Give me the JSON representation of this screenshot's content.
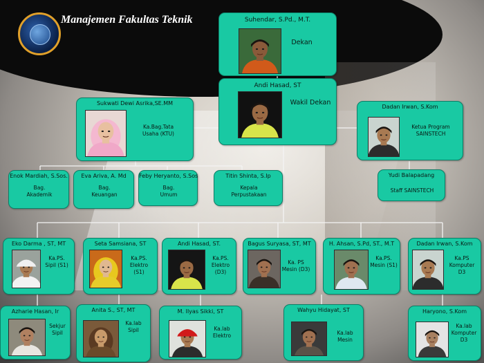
{
  "title": "Manajemen  Fakultas Teknik",
  "nodes": [
    {
      "id": "dekan",
      "name": "Suhendar, S.Pd., M.T.",
      "role": "Dekan",
      "big": true,
      "photo": true,
      "bg": "#3a6a3a",
      "skin": "#8a5a3a",
      "shirt": "#d15a1a"
    },
    {
      "id": "wakil",
      "name": "Andi Hasad, ST",
      "role": "Wakil Dekan",
      "big": true,
      "photo": true,
      "bg": "#111111",
      "skin": "#9a6a44",
      "shirt": "#d8e44a"
    },
    {
      "id": "ktu",
      "name": "Sukwati Dewi Asrika,SE.MM",
      "role": "Ka.Bag.Tata\nUsaha (KTU)",
      "photo": true,
      "bg": "#e8d8d4",
      "skin": "#e8c0a0",
      "shirt": "#f0a8c8",
      "hijab": "#f4b8d0"
    },
    {
      "id": "sainstech",
      "name": "Dadan Irwan, S.Kom",
      "role": "Ketua Program\nSAINSTECH",
      "photo": true,
      "bg": "#c9d4cf",
      "skin": "#a87a52",
      "shirt": "#2c2c2c"
    },
    {
      "id": "akademik",
      "name": "Enok Mardiah, S.Sos.",
      "role": "Bag.\nAkademik"
    },
    {
      "id": "keuangan",
      "name": "Eva Ariva, A. Md",
      "role": "Bag.\nKeuangan"
    },
    {
      "id": "umum",
      "name": "Feby Heryanto, S.Sos",
      "role": "Bag.\nUmum"
    },
    {
      "id": "perpus",
      "name": "Titin Shinta, S.Ip",
      "role": "Kepala\nPerpustakaan"
    },
    {
      "id": "staffsains",
      "name": "Yudi Balapadang",
      "role": "Staff SAINSTECH"
    },
    {
      "id": "sipil",
      "name": "Eko Darma , ST, MT",
      "role": "Ka.PS.\nSipil  (S1)",
      "photo": true,
      "bg": "#9aa29c",
      "skin": "#a87a52",
      "shirt": "#f2f2f2",
      "cap": "#f0f0f0"
    },
    {
      "id": "elektro1",
      "name": "Seta Samsiana, ST",
      "role": "Ka.PS.\nElektro\n(S1)",
      "photo": true,
      "bg": "#c96a1a",
      "skin": "#e0b890",
      "shirt": "#e6cc2a",
      "hijab": "#e8c81e"
    },
    {
      "id": "elektro3",
      "name": "Andi Hasad, ST.",
      "role": "Ka.PS.\nElektro\n(D3)",
      "photo": true,
      "bg": "#151515",
      "skin": "#9a6a44",
      "shirt": "#d8e44a"
    },
    {
      "id": "mesind3",
      "name": "Bagus Suryasa, ST, MT",
      "role": "Ka. PS\nMesin (D3)",
      "photo": true,
      "bg": "#6c6660",
      "skin": "#a07050",
      "shirt": "#3a3028"
    },
    {
      "id": "mesins1",
      "name": "H. Ahsan, S.Pd, ST., M.T",
      "role": "Ka.PS.\nMesin (S1)",
      "photo": true,
      "bg": "#6a8a6a",
      "skin": "#a07050",
      "shirt": "#dfe8f0"
    },
    {
      "id": "komputer",
      "name": "Dadan Irwan, S.Kom",
      "role": "Ka.PS\nKomputer\nD3",
      "photo": true,
      "bg": "#c9d4cf",
      "skin": "#a87a52",
      "shirt": "#2c2c2c"
    },
    {
      "id": "sekjur",
      "name": "Azharie Hasan, Ir",
      "role": "Sekjur\nSipil",
      "photo": true,
      "bg": "#8e8a7c",
      "skin": "#b08060",
      "shirt": "#e8e6e0"
    },
    {
      "id": "labsipil",
      "name": "Anita S., ST, MT",
      "role": "Ka.lab\nSipil",
      "photo": true,
      "bg": "#7a5a3a",
      "skin": "#c89a6a",
      "shirt": "#6a4a2a",
      "hijab": "#5a3a22"
    },
    {
      "id": "labelektro",
      "name": "M. Ilyas Sikki, ST",
      "role": "Ka.lab\nElektro",
      "photo": true,
      "bg": "#dfe2dd",
      "skin": "#a87a52",
      "shirt": "#2c2c2c",
      "cap": "#d11a1a"
    },
    {
      "id": "labmesin",
      "name": "Wahyu Hidayat, ST",
      "role": "Ka.lab\nMesin",
      "photo": true,
      "bg": "#3a3a3a",
      "skin": "#a07050",
      "shirt": "#5a5248"
    },
    {
      "id": "labkomputer",
      "name": "Haryono, S.Kom",
      "role": "Ka.lab\nKomputer\nD3",
      "photo": true,
      "bg": "#e4e4e4",
      "skin": "#a88060",
      "shirt": "#3a3a3a"
    }
  ]
}
